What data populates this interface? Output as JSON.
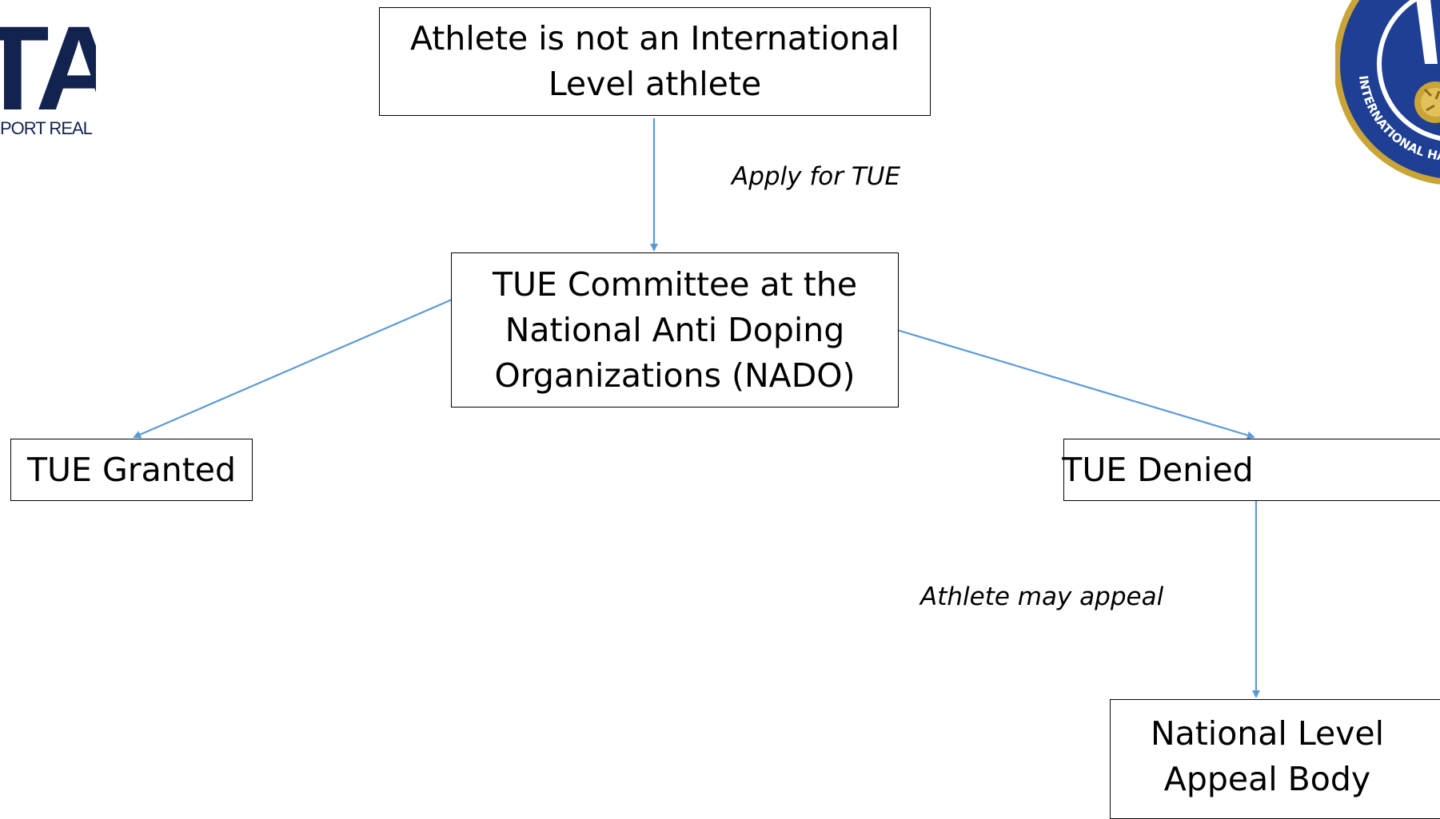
{
  "nodes": {
    "start": "Athlete is not an International\nLevel athlete",
    "committee": "TUE Committee at the\nNational Anti Doping\nOrganizations (NADO)",
    "granted": "TUE Granted",
    "denied": "TUE Denied",
    "appeal_body": "National Level\nAppeal Body"
  },
  "edge_labels": {
    "apply": "Apply for TUE",
    "may_appeal": "Athlete may appeal"
  },
  "logos": {
    "left": {
      "mark": "TA",
      "tagline": "PORT REAL"
    },
    "right": {
      "ring_text": "INTERNATIONAL HA"
    }
  },
  "colors": {
    "arrow": "#5b9bd5",
    "box_border": "#000000",
    "logo_navy": "#13234f",
    "logo_gold": "#c9a437",
    "badge_blue": "#1e3f94"
  }
}
